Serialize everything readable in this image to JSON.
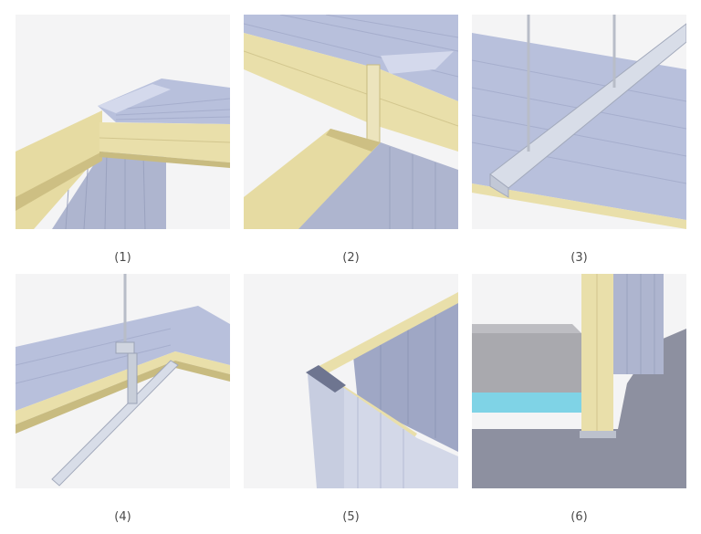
{
  "panels": [
    {
      "caption": "(1)"
    },
    {
      "caption": "(2)"
    },
    {
      "caption": "(3)"
    },
    {
      "caption": "(4)"
    },
    {
      "caption": "(5)"
    },
    {
      "caption": "(6)"
    }
  ],
  "colors": {
    "panel_top": "#b8c0dc",
    "panel_top_light": "#d4d9ec",
    "core_foam": "#e9dfaa",
    "core_foam_dark": "#c8bb80",
    "wall_panel": "#aeb5cf",
    "steel_profile": "#d8dde8",
    "concrete": "#a9a9ae",
    "insulation_blue": "#7fd3e6",
    "gravel": "#8d90a0"
  }
}
